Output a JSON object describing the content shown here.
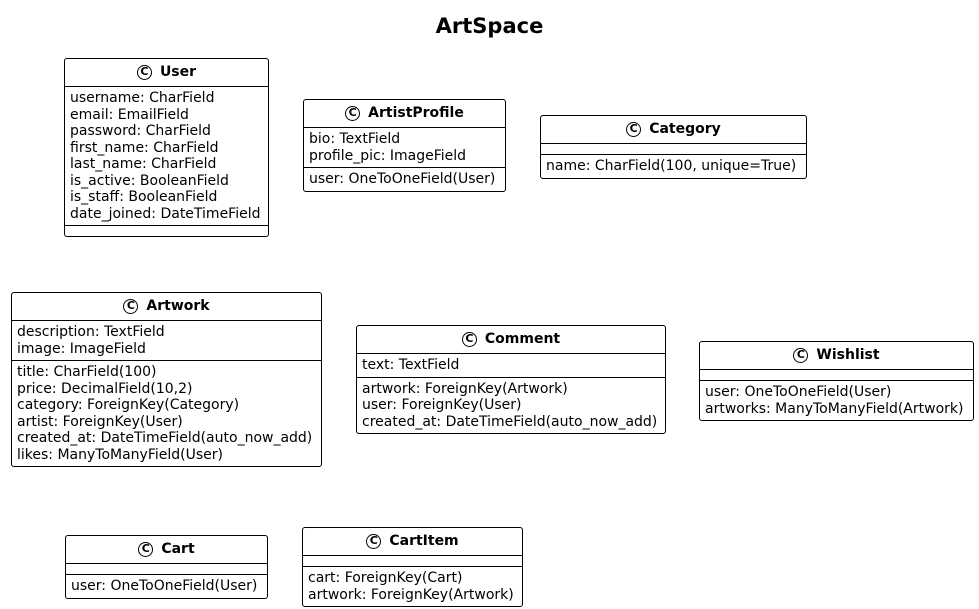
{
  "title": "ArtSpace",
  "classes": [
    {
      "id": "user",
      "name": "User",
      "badge": "C",
      "attributes": [
        "username: CharField",
        "email: EmailField",
        "password: CharField",
        "first_name: CharField",
        "last_name: CharField",
        "is_active: BooleanField",
        "is_staff: BooleanField",
        "date_joined: DateTimeField"
      ],
      "relations": []
    },
    {
      "id": "artistprofile",
      "name": "ArtistProfile",
      "badge": "C",
      "attributes": [
        "bio: TextField",
        "profile_pic: ImageField"
      ],
      "relations": [
        "user: OneToOneField(User)"
      ]
    },
    {
      "id": "category",
      "name": "Category",
      "badge": "C",
      "attributes": [],
      "relations": [
        "name: CharField(100, unique=True)"
      ]
    },
    {
      "id": "artwork",
      "name": "Artwork",
      "badge": "C",
      "attributes": [
        "description: TextField",
        "image: ImageField"
      ],
      "relations": [
        "title: CharField(100)",
        "price: DecimalField(10,2)",
        "category: ForeignKey(Category)",
        "artist: ForeignKey(User)",
        "created_at: DateTimeField(auto_now_add)",
        "likes: ManyToManyField(User)"
      ]
    },
    {
      "id": "comment",
      "name": "Comment",
      "badge": "C",
      "attributes": [
        "text: TextField"
      ],
      "relations": [
        "artwork: ForeignKey(Artwork)",
        "user: ForeignKey(User)",
        "created_at: DateTimeField(auto_now_add)"
      ]
    },
    {
      "id": "wishlist",
      "name": "Wishlist",
      "badge": "C",
      "attributes": [],
      "relations": [
        "user: OneToOneField(User)",
        "artworks: ManyToManyField(Artwork)"
      ]
    },
    {
      "id": "cart",
      "name": "Cart",
      "badge": "C",
      "attributes": [],
      "relations": [
        "user: OneToOneField(User)"
      ]
    },
    {
      "id": "cartitem",
      "name": "CartItem",
      "badge": "C",
      "attributes": [],
      "relations": [
        "cart: ForeignKey(Cart)",
        "artwork: ForeignKey(Artwork)"
      ]
    }
  ]
}
